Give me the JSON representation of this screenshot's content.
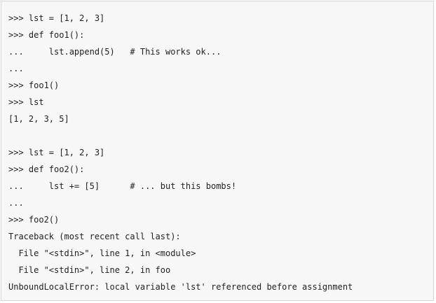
{
  "code": {
    "lines": [
      ">>> lst = [1, 2, 3]",
      ">>> def foo1():",
      "...     lst.append(5)   # This works ok...",
      "...",
      ">>> foo1()",
      ">>> lst",
      "[1, 2, 3, 5]",
      "",
      ">>> lst = [1, 2, 3]",
      ">>> def foo2():",
      "...     lst += [5]      # ... but this bombs!",
      "...",
      ">>> foo2()",
      "Traceback (most recent call last):",
      "  File \"<stdin>\", line 1, in <module>",
      "  File \"<stdin>\", line 2, in foo",
      "UnboundLocalError: local variable 'lst' referenced before assignment"
    ]
  },
  "colors": {
    "background": "#f7f7f7",
    "border": "#d6d6d6",
    "text": "#222222"
  }
}
